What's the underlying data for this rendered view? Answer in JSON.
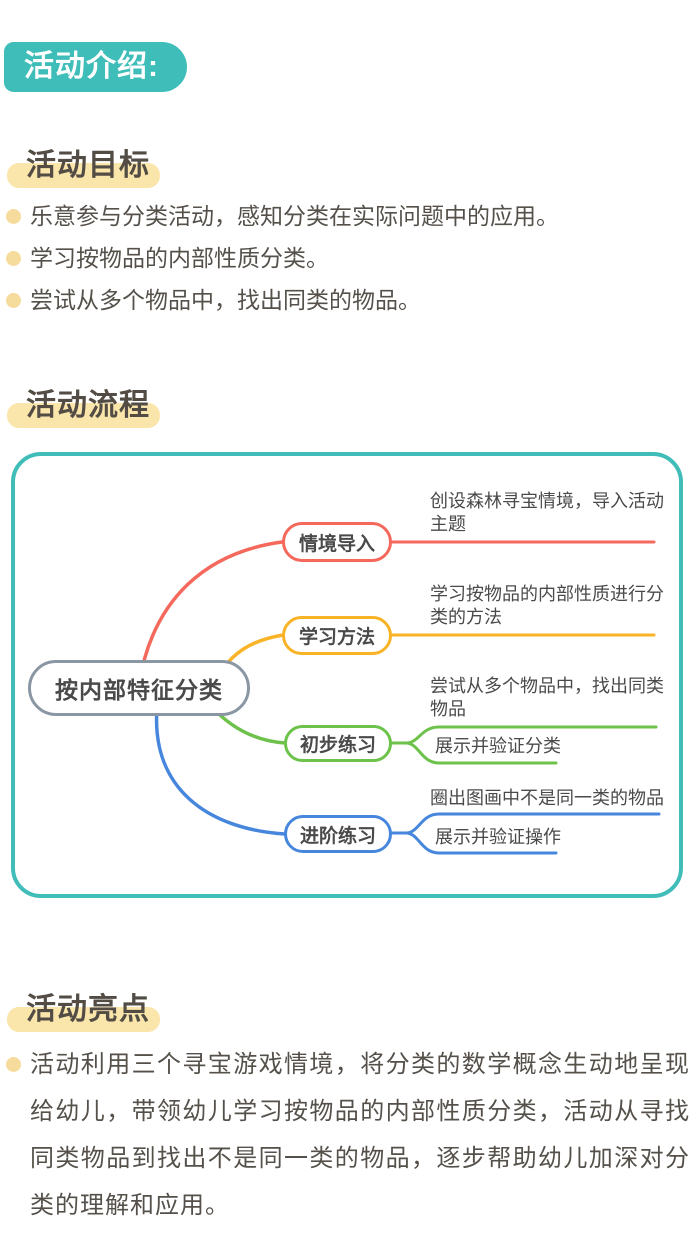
{
  "header": {
    "badge": "活动介绍:"
  },
  "sections": {
    "goals": {
      "heading": "活动目标",
      "items": [
        "乐意参与分类活动，感知分类在实际问题中的应用。",
        "学习按物品的内部性质分类。",
        "尝试从多个物品中，找出同类的物品。"
      ]
    },
    "process": {
      "heading": "活动流程"
    },
    "highlights": {
      "heading": "活动亮点",
      "paragraph": "活动利用三个寻宝游戏情境，将分类的数学概念生动地呈现给幼儿，带领幼儿学习按物品的内部性质分类，活动从寻找同类物品到找出不是同一类的物品，逐步帮助幼儿加深对分类的理解和应用。"
    }
  },
  "mindmap": {
    "root": "按内部特征分类",
    "branches": [
      {
        "label": "情境导入",
        "color": "#f4695c",
        "children": [
          {
            "text": "创设森林寻宝情境，导入活动主题"
          }
        ]
      },
      {
        "label": "学习方法",
        "color": "#f8b327",
        "children": [
          {
            "text": "学习按物品的内部性质进行分类的方法"
          }
        ]
      },
      {
        "label": "初步练习",
        "color": "#6cc24a",
        "children": [
          {
            "text": "尝试从多个物品中，找出同类物品"
          },
          {
            "text": "展示并验证分类"
          }
        ]
      },
      {
        "label": "进阶练习",
        "color": "#4687dd",
        "children": [
          {
            "text": "圈出图画中不是同一类的物品"
          },
          {
            "text": "展示并验证操作"
          }
        ]
      }
    ]
  },
  "colors": {
    "teal": "#40bdb8",
    "heading_highlight": "#fae5ab",
    "bullet": "#f6dc9c",
    "body_text": "#55504a",
    "root_border": "#8a96a3",
    "branch_red": "#f4695c",
    "branch_yellow": "#f8b327",
    "branch_green": "#6cc24a",
    "branch_blue": "#4687dd"
  }
}
